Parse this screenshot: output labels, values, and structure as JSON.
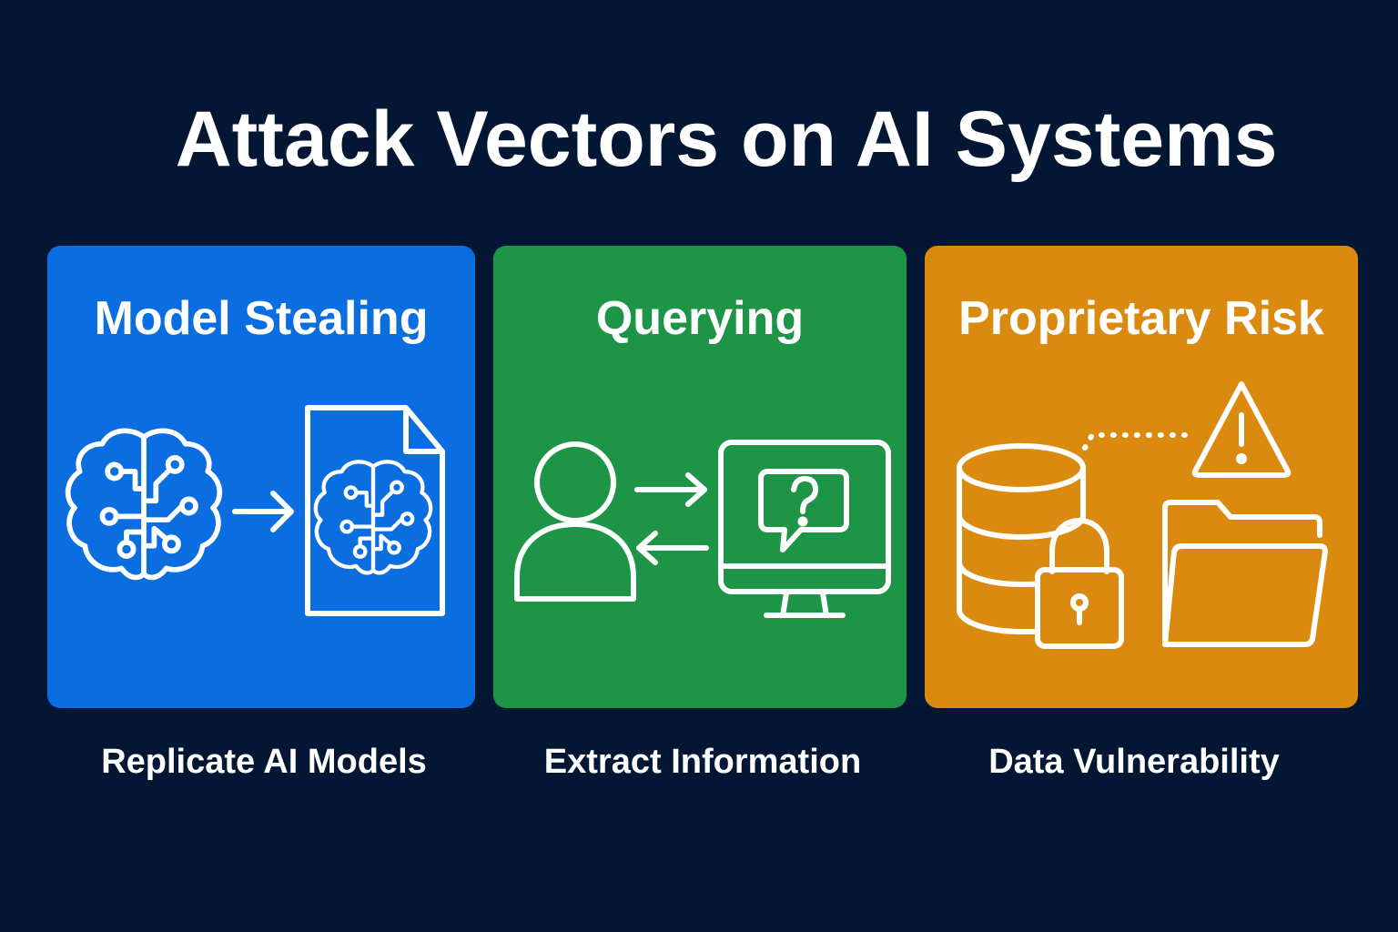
{
  "title": "Attack Vectors on AI Systems",
  "colors": {
    "background": "#031633",
    "model_stealing": "#0A6EE0",
    "querying": "#1E9447",
    "proprietary_risk": "#DA8A0E",
    "icon_stroke": "#FFFFFF"
  },
  "cards": [
    {
      "title": "Model Stealing",
      "caption": "Replicate AI Models",
      "icons": [
        "brain-circuit-icon",
        "arrow-right-icon",
        "document-brain-icon"
      ]
    },
    {
      "title": "Querying",
      "caption": "Extract Information",
      "icons": [
        "user-icon",
        "arrow-right-icon",
        "arrow-left-icon",
        "monitor-icon",
        "question-bubble-icon"
      ]
    },
    {
      "title": "Proprietary Risk",
      "caption": "Data Vulnerability",
      "icons": [
        "database-icon",
        "padlock-icon",
        "dotted-connector",
        "warning-triangle-icon",
        "folder-icon"
      ]
    }
  ]
}
